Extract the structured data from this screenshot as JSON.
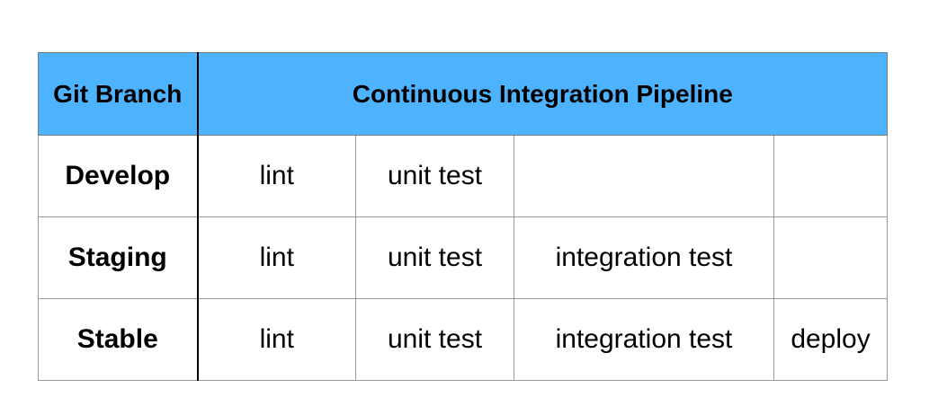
{
  "header": {
    "branch_label": "Git Branch",
    "pipeline_label": "Continuous Integration Pipeline"
  },
  "rows": [
    {
      "branch": "Develop",
      "stages": [
        "lint",
        "unit test",
        "",
        ""
      ]
    },
    {
      "branch": "Staging",
      "stages": [
        "lint",
        "unit test",
        "integration test",
        ""
      ]
    },
    {
      "branch": "Stable",
      "stages": [
        "lint",
        "unit test",
        "integration test",
        "deploy"
      ]
    }
  ],
  "colors": {
    "header_background": "#4db3ff",
    "grid_line": "#9a9a9a",
    "separator_line": "#000000"
  }
}
